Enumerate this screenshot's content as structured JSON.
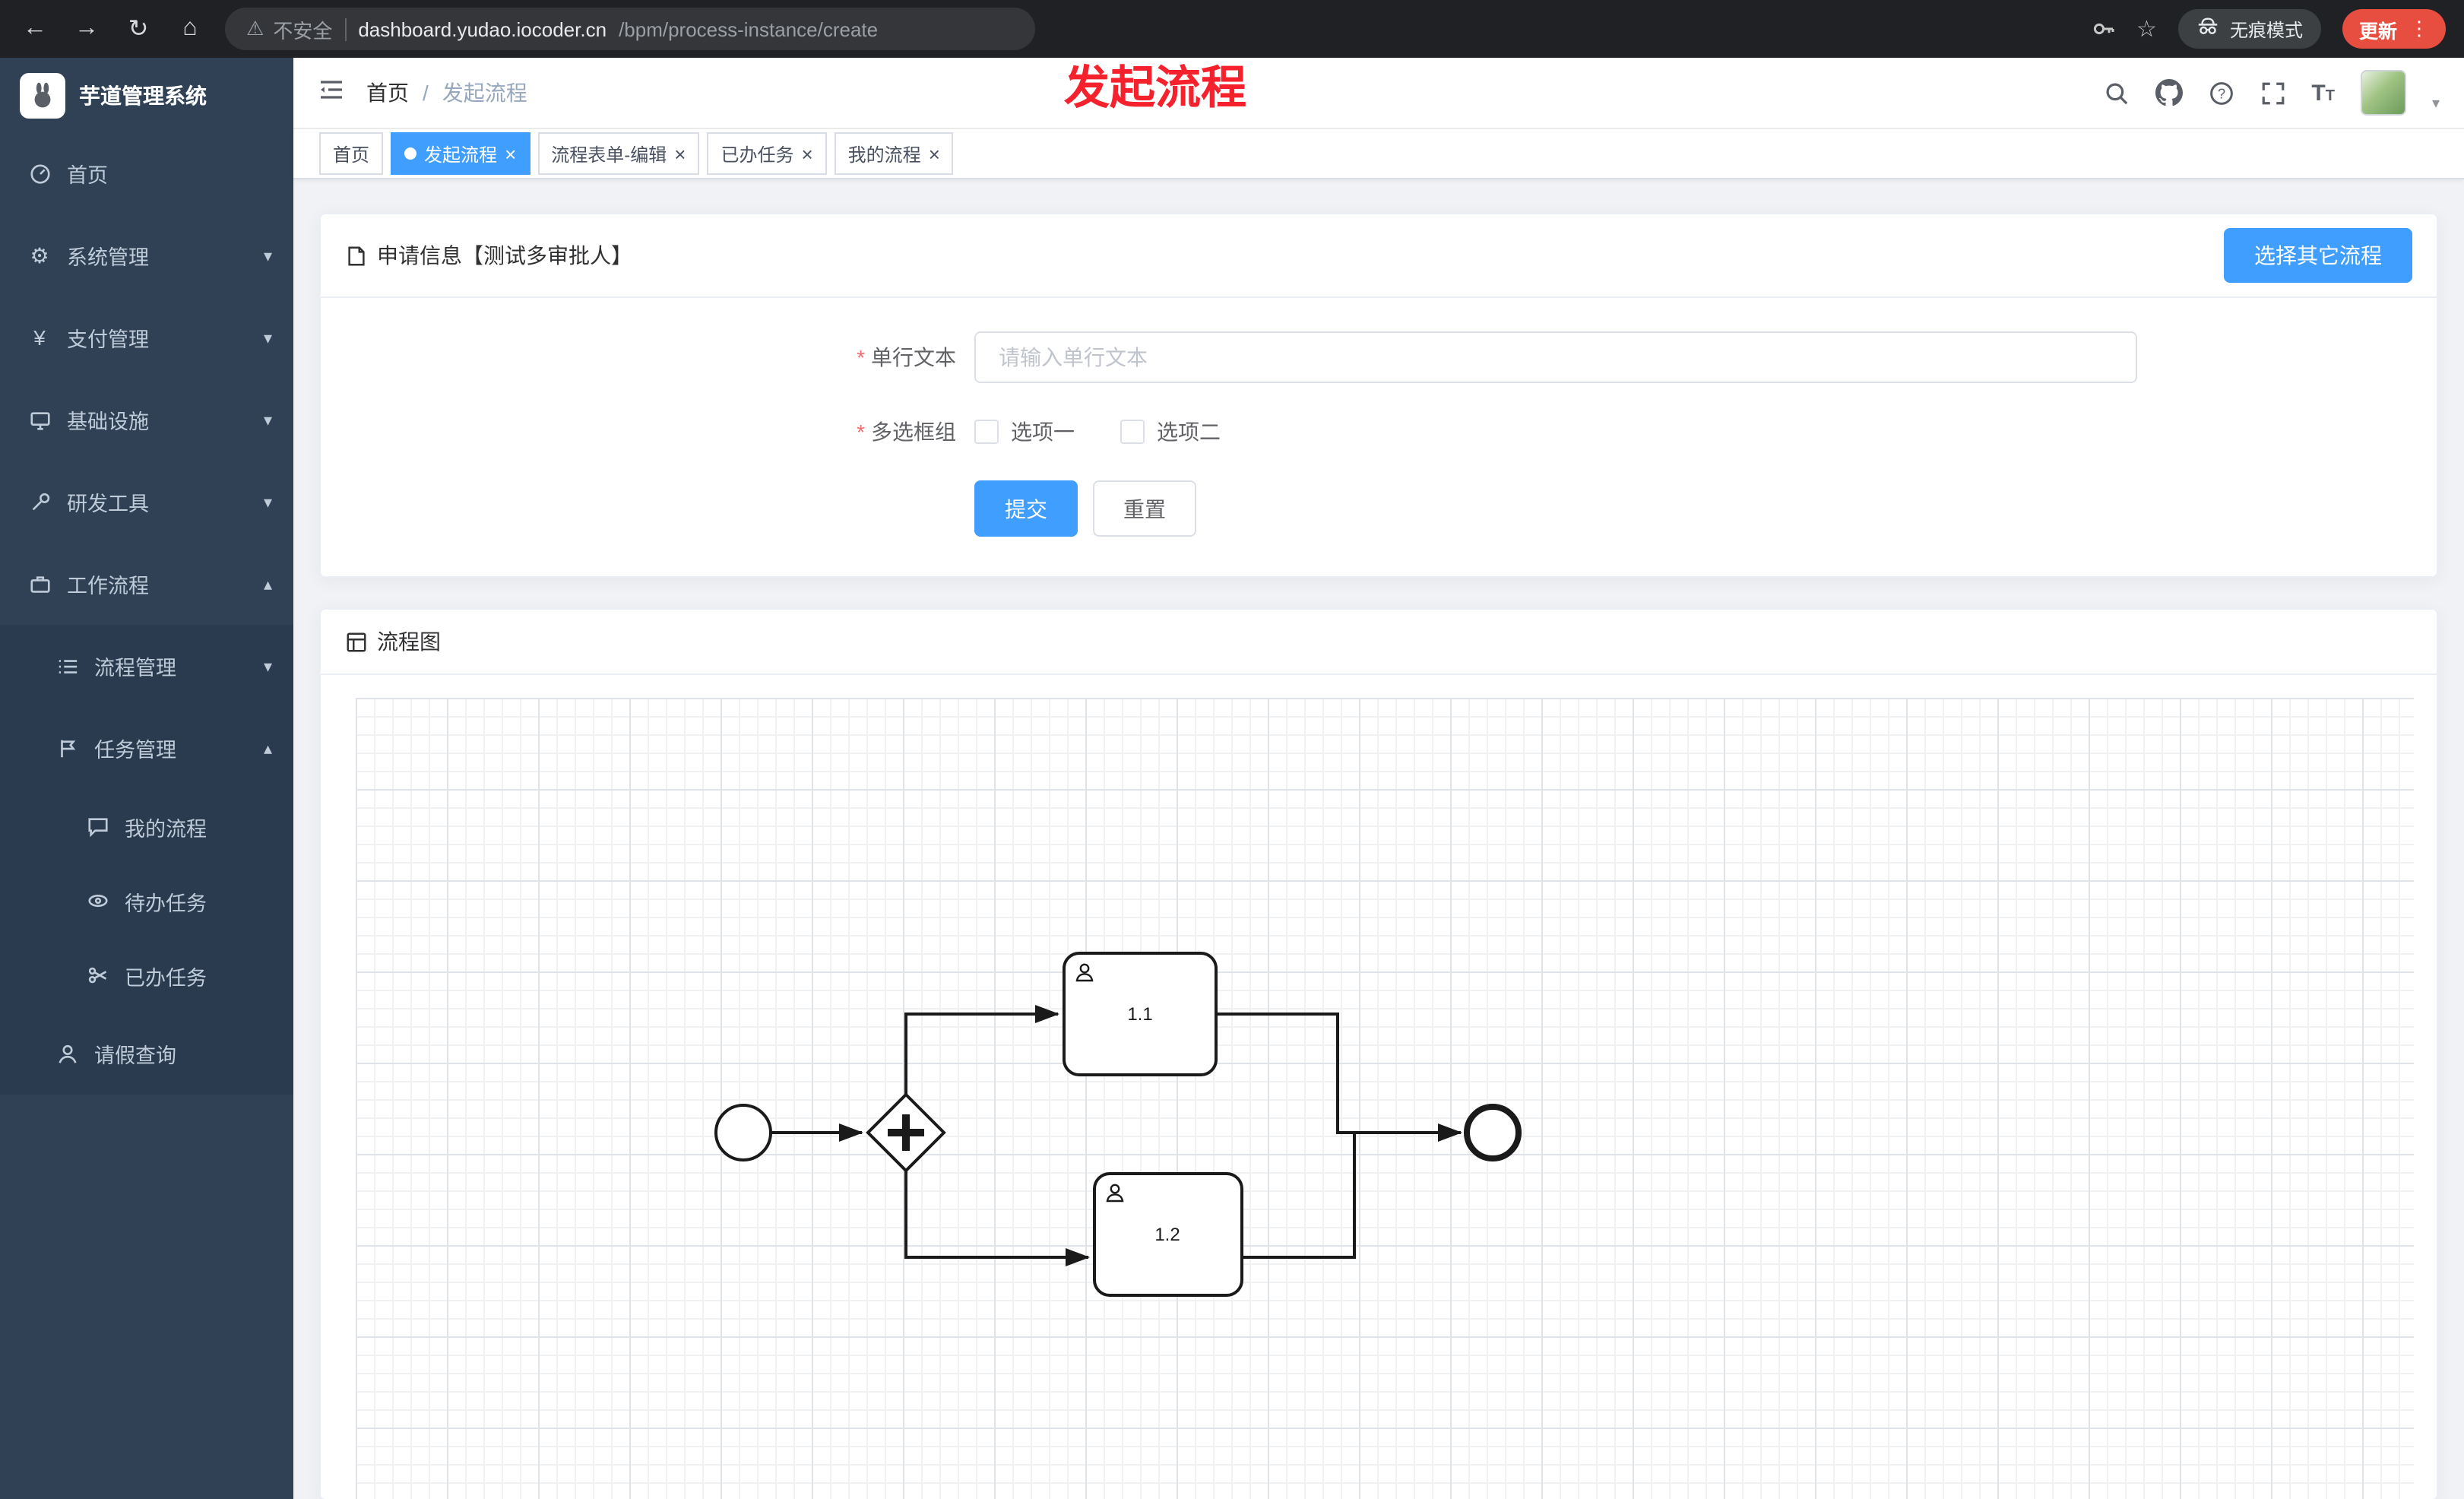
{
  "browser": {
    "security_label": "不安全",
    "url_domain": "dashboard.yudao.iocoder.cn",
    "url_path": "/bpm/process-instance/create",
    "incognito_label": "无痕模式",
    "update_label": "更新"
  },
  "navbar": {
    "breadcrumb_home": "首页",
    "breadcrumb_current": "发起流程",
    "overlay_title": "发起流程"
  },
  "sidebar": {
    "app_title": "芋道管理系统",
    "items": [
      {
        "label": "首页"
      },
      {
        "label": "系统管理"
      },
      {
        "label": "支付管理"
      },
      {
        "label": "基础设施"
      },
      {
        "label": "研发工具"
      },
      {
        "label": "工作流程"
      },
      {
        "label": "流程管理"
      },
      {
        "label": "任务管理"
      },
      {
        "label": "我的流程"
      },
      {
        "label": "待办任务"
      },
      {
        "label": "已办任务"
      },
      {
        "label": "请假查询"
      }
    ]
  },
  "tabs": [
    {
      "label": "首页"
    },
    {
      "label": "发起流程"
    },
    {
      "label": "流程表单-编辑"
    },
    {
      "label": "已办任务"
    },
    {
      "label": "我的流程"
    }
  ],
  "form_card": {
    "title": "申请信息【测试多审批人】",
    "choose_other_label": "选择其它流程",
    "text_field_label": "单行文本",
    "text_field_placeholder": "请输入单行文本",
    "checkbox_group_label": "多选框组",
    "option1": "选项一",
    "option2": "选项二",
    "submit_label": "提交",
    "reset_label": "重置"
  },
  "diagram_card": {
    "title": "流程图",
    "task1_label": "1.1",
    "task2_label": "1.2"
  },
  "icons": {
    "back": "←",
    "forward": "→",
    "reload": "↻",
    "home": "⌂",
    "warning": "⚠",
    "star": "☆",
    "menu_dots": "⋮",
    "close": "×",
    "chevron_down": "▾",
    "chevron_up": "▴",
    "breadcrumb_separator": "/",
    "gear": "⚙",
    "yen": "¥",
    "question": "?",
    "font_size": "T"
  },
  "colors": {
    "accent": "#409eff",
    "sidebar_bg": "#304156",
    "update_red": "#e84e40",
    "annotation_red": "#f5222d"
  }
}
